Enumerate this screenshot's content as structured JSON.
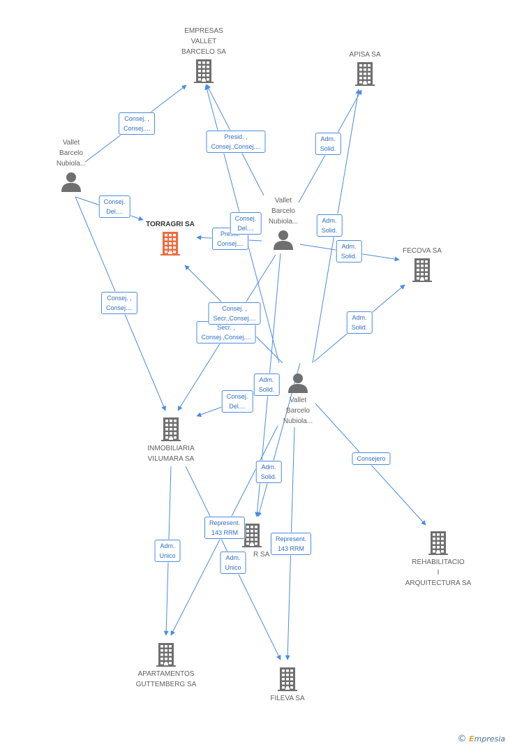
{
  "nodes": [
    {
      "id": "empresas_vallet",
      "type": "company",
      "lines": [
        "EMPRESAS",
        "VALLET",
        "BARCELO SA"
      ]
    },
    {
      "id": "apisa",
      "type": "company",
      "lines": [
        "APISA SA"
      ]
    },
    {
      "id": "torragri",
      "type": "company",
      "focus": true,
      "lines": [
        "TORRAGRI SA"
      ]
    },
    {
      "id": "fecova",
      "type": "company",
      "lines": [
        "FECOVA SA"
      ]
    },
    {
      "id": "inmobiliaria",
      "type": "company",
      "lines": [
        "INMOBILIARIA",
        "VILUMARA SA"
      ]
    },
    {
      "id": "rsa",
      "type": "company",
      "lines": [
        "R SA"
      ]
    },
    {
      "id": "rehabilitacio",
      "type": "company",
      "lines": [
        "REHABILITACIO",
        "I",
        "ARQUITECTURA SA"
      ]
    },
    {
      "id": "apartamentos",
      "type": "company",
      "lines": [
        "APARTAMENTOS",
        "GUTTEMBERG SA"
      ]
    },
    {
      "id": "fileva",
      "type": "company",
      "lines": [
        "FILEVA SA"
      ]
    },
    {
      "id": "person1",
      "type": "person",
      "lines": [
        "Vallet",
        "Barcelo",
        "Nubiola..."
      ]
    },
    {
      "id": "person2",
      "type": "person",
      "lines": [
        "Vallet",
        "Barcelo",
        "Nubiola..."
      ]
    },
    {
      "id": "person3",
      "type": "person",
      "lines": [
        "Vallet",
        "Barcelo",
        "Nubiola..."
      ]
    }
  ],
  "edges": [
    {
      "from": "person1",
      "to": "empresas_vallet",
      "label": [
        "Consej. ,",
        "Consej...."
      ]
    },
    {
      "from": "person1",
      "to": "torragri",
      "label": [
        "Consej.",
        "Del...."
      ]
    },
    {
      "from": "person1",
      "to": "inmobiliaria",
      "label": [
        "Consej. ,",
        "Consej...."
      ]
    },
    {
      "from": "person2",
      "to": "empresas_vallet",
      "label": [
        "Presid. ,",
        "Consej.,Consej...."
      ]
    },
    {
      "from": "person2",
      "to": "apisa",
      "label": [
        "Adm.",
        "Solid."
      ]
    },
    {
      "from": "person2",
      "to": "torragri",
      "label": [
        "Presid.",
        "Consej...."
      ]
    },
    {
      "from": "person2",
      "to": "fecova",
      "label": [
        "Adm.",
        "Solid."
      ]
    },
    {
      "from": "person2",
      "to": "inmobiliaria",
      "label": [
        "Secr. ,",
        "Consej.,Consej...."
      ]
    },
    {
      "from": "person2",
      "to": "rsa",
      "label": [
        "Adm.",
        "Solid."
      ]
    },
    {
      "from": "person3",
      "to": "empresas_vallet",
      "label": [
        "Consej.",
        "Del...."
      ]
    },
    {
      "from": "person3",
      "to": "apisa",
      "label": [
        "Adm.",
        "Solid."
      ]
    },
    {
      "from": "person3",
      "to": "torragri",
      "label": [
        "Consej. ,",
        "Secr.,Consej...."
      ]
    },
    {
      "from": "person3",
      "to": "fecova",
      "label": [
        "Adm.",
        "Solid."
      ]
    },
    {
      "from": "person3",
      "to": "inmobiliaria",
      "label": [
        "Consej.",
        "Del...."
      ]
    },
    {
      "from": "person3",
      "to": "rsa",
      "label": [
        "Adm.",
        "Solid."
      ]
    },
    {
      "from": "person3",
      "to": "rehabilitacio",
      "label": [
        "Consejero"
      ]
    },
    {
      "from": "person3",
      "to": "apartamentos",
      "label": [
        "Represent.",
        "143 RRM"
      ]
    },
    {
      "from": "person3",
      "to": "fileva",
      "label": [
        "Represent.",
        "143 RRM"
      ]
    },
    {
      "from": "inmobiliaria",
      "to": "apartamentos",
      "label": [
        "Adm.",
        "Unico"
      ]
    },
    {
      "from": "inmobiliaria",
      "to": "fileva",
      "label": [
        "Adm.",
        "Unico"
      ]
    }
  ],
  "colors": {
    "edge": "#4a8be0",
    "company": "#6f6f6f",
    "focus_company": "#f26a3a",
    "person": "#6f6f6f"
  },
  "brand": {
    "copyright": "©",
    "name_first": "E",
    "name_rest": "mpresia"
  }
}
